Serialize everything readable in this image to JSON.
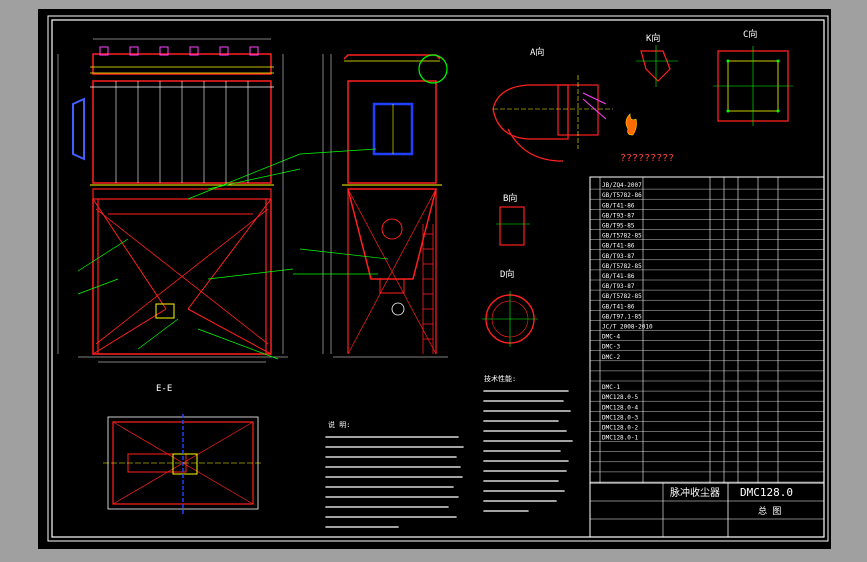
{
  "title_block": {
    "drawing_no": "DMC128.0",
    "product_name": "脉冲收尘器",
    "sheet_name": "总 图"
  },
  "view_labels": {
    "view_a": "A向",
    "view_k": "K向",
    "view_c": "C向",
    "view_b": "B向",
    "view_d": "D向",
    "view_e": "E-E",
    "placeholder": "?????????"
  },
  "tech_req_title": "说 明:",
  "tech_data_title": "技术性能:",
  "bom_codes": [
    "JB/ZQ4-2007",
    "GB/T5782-86",
    "GB/T41-86",
    "GB/T93-87",
    "GB/T95-85",
    "GB/T5782-85",
    "GB/T41-86",
    "GB/T93-87",
    "GB/T5782-85",
    "GB/T41-86",
    "GB/T93-87",
    "GB/T5782-85",
    "GB/T41-86",
    "GB/T97.1-85",
    "JC/T 2008-2010",
    "DMC-4",
    "DMC-3",
    "DMC-2",
    "",
    "",
    "DMC-1",
    "DMC128.0-5",
    "DMC128.0-4",
    "DMC128.0-3",
    "DMC128.0-2",
    "DMC128.0-1",
    "",
    "",
    "",
    ""
  ]
}
